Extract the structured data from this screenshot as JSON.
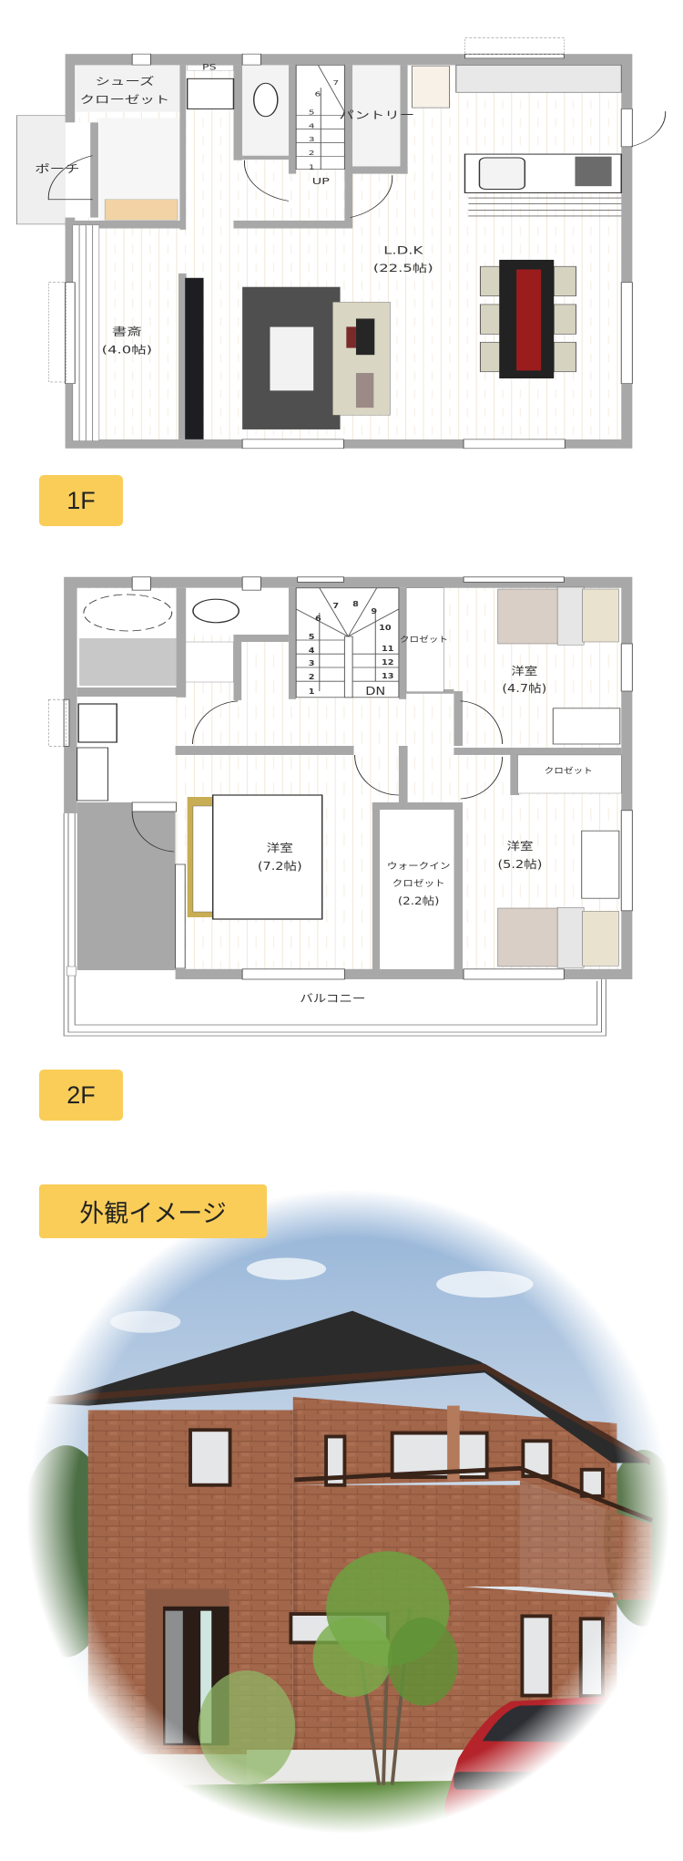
{
  "floor1": {
    "tag": "1F",
    "rooms": {
      "shoe_closet_1": "シューズ",
      "shoe_closet_2": "クローゼット",
      "ps": "PS",
      "pantry": "パントリー",
      "up": "UP",
      "porch": "ポーチ",
      "ldk": "L.D.K",
      "ldk_size": "(22.5帖)",
      "study": "書斎",
      "study_size": "(4.0帖)"
    },
    "stair_numbers": [
      "1",
      "2",
      "3",
      "4",
      "5",
      "6",
      "7"
    ]
  },
  "floor2": {
    "tag": "2F",
    "rooms": {
      "room_a": "洋室",
      "room_a_size": "(4.7帖)",
      "room_b": "洋室",
      "room_b_size": "(7.2帖)",
      "room_c": "洋室",
      "room_c_size": "(5.2帖)",
      "wic_1": "ウォークイン",
      "wic_2": "クロゼット",
      "wic_size": "(2.2帖)",
      "closet_a": "クロゼット",
      "closet_b": "クロゼット",
      "dn": "DN",
      "balcony": "バルコニー"
    },
    "stair_numbers": [
      "1",
      "2",
      "3",
      "4",
      "5",
      "6",
      "7",
      "8",
      "9",
      "10",
      "11",
      "12",
      "13"
    ]
  },
  "exterior": {
    "tag": "外観イメージ"
  },
  "colors": {
    "tag_bg": "#f9cd58",
    "wall": "#a8a8a8",
    "floor_stripe": "#f1e8d6",
    "brick": "#9a5f43",
    "roof": "#2b2b2b"
  }
}
